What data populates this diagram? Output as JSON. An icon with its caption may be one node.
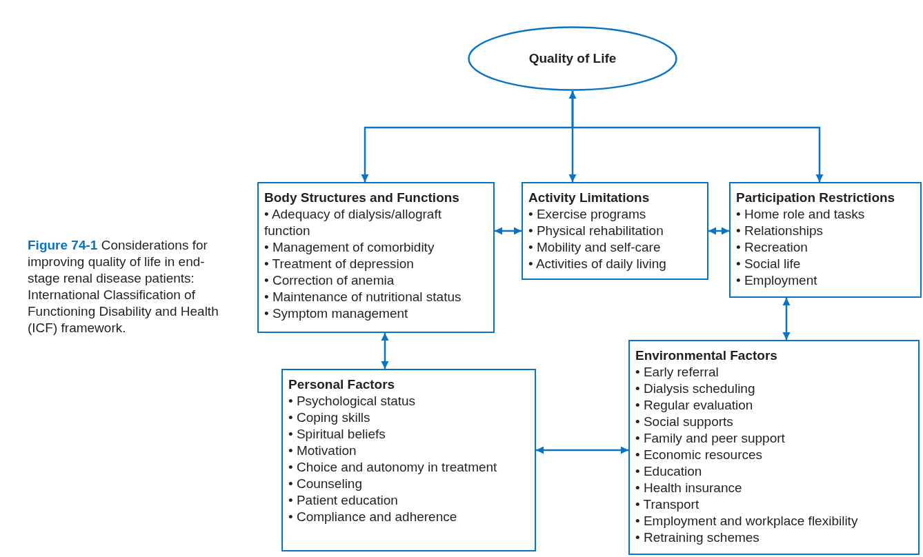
{
  "diagram": {
    "caption": "**Figure 74-1** Considerations for improving quality of life in end-stage renal disease patients: International Classification of Functioning Disability and Health (ICF) framework.",
    "nodes": [
      {
        "text": [
          "Quality of Life"
        ]
      },
      {
        "text": [
          "Body Structures and Functions",
          "• Adequacy of dialysis/allograft function",
          "• Management of comorbidity",
          "• Treatment of depression",
          "• Correction of anemia",
          "• Maintenance of nutritional status",
          "• Symptom management"
        ]
      },
      {
        "text": [
          "Activity Limitations",
          "• Exercise programs",
          "• Physical rehabilitation",
          "• Mobility and self-care",
          "• Activities of daily living"
        ]
      },
      {
        "text": [
          "Participation Restrictions",
          "• Home role and tasks",
          "• Relationships",
          "• Recreation",
          "• Social life",
          "• Employment"
        ]
      },
      {
        "text": [
          "Personal Factors",
          "• Psychological status",
          "• Coping skills",
          "• Spiritual beliefs",
          "• Motivation",
          "• Choice and autonomy in treatment",
          "• Counseling",
          "• Patient education",
          "• Compliance and adherence"
        ]
      },
      {
        "text": [
          "Environmental Factors",
          "• Early referral",
          "• Dialysis scheduling",
          "• Regular evaluation",
          "• Social supports",
          "• Family and peer support",
          "• Economic resources",
          "• Education",
          "• Health insurance",
          "• Transport",
          "• Employment and workplace flexibility",
          "• Retraining schemes"
        ]
      }
    ],
    "edges": [
      {
        "from": 0,
        "to": 2,
        "arrow": "both"
      },
      {
        "from": 0,
        "to": 1,
        "arrow": "to"
      },
      {
        "from": 0,
        "to": 3,
        "arrow": "to"
      },
      {
        "from": 1,
        "to": 2,
        "arrow": "both"
      },
      {
        "from": 2,
        "to": 3,
        "arrow": "both"
      },
      {
        "from": 1,
        "to": 4,
        "arrow": "both"
      },
      {
        "from": 3,
        "to": 5,
        "arrow": "both"
      },
      {
        "from": 4,
        "to": 5,
        "arrow": "both"
      }
    ]
  }
}
